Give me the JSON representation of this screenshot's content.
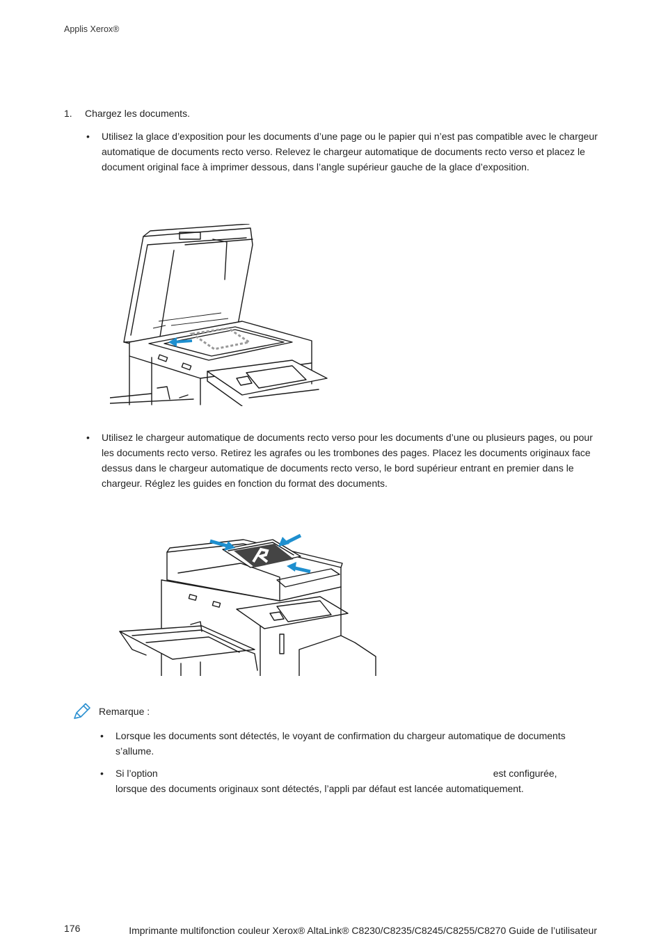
{
  "header": {
    "title": "Applis Xerox®"
  },
  "step": {
    "number": "1.",
    "text": "Chargez les documents."
  },
  "bullets": [
    {
      "text": "Utilisez la glace d’exposition pour les documents d’une page ou le papier qui n’est pas compatible avec le chargeur automatique de documents recto verso. Relevez le chargeur automatique de documents recto verso et placez le document original face à imprimer dessous, dans l’angle supérieur gauche de la glace d’exposition."
    },
    {
      "text": "Utilisez le chargeur automatique de documents recto verso pour les documents d’une ou plusieurs pages, ou pour les documents recto verso. Retirez les agrafes ou les trombones des pages. Placez les documents originaux face dessus dans le chargeur automatique de documents recto verso, le bord supérieur entrant en premier dans le chargeur. Réglez les guides en fonction du format des documents."
    }
  ],
  "note": {
    "label": "Remarque :",
    "items": [
      {
        "text": "Lorsque les documents sont détectés, le voyant de confirmation du chargeur automatique de documents s’allume."
      },
      {
        "prefix": "Si l’option",
        "suffix": "est configurée,",
        "line2": "lorsque des documents originaux sont détectés, l’appli par défaut est lancée automatiquement."
      }
    ]
  },
  "footer": {
    "page_number": "176",
    "title": "Imprimante multifonction couleur Xerox® AltaLink® C8230/C8235/C8245/C8255/C8270 Guide de l’utilisateur"
  },
  "colors": {
    "arrow": "#1e8fcf",
    "note_icon": "#2a8fd0"
  },
  "icons": {
    "note": "pencil-icon",
    "bullet": "bullet-dot"
  }
}
